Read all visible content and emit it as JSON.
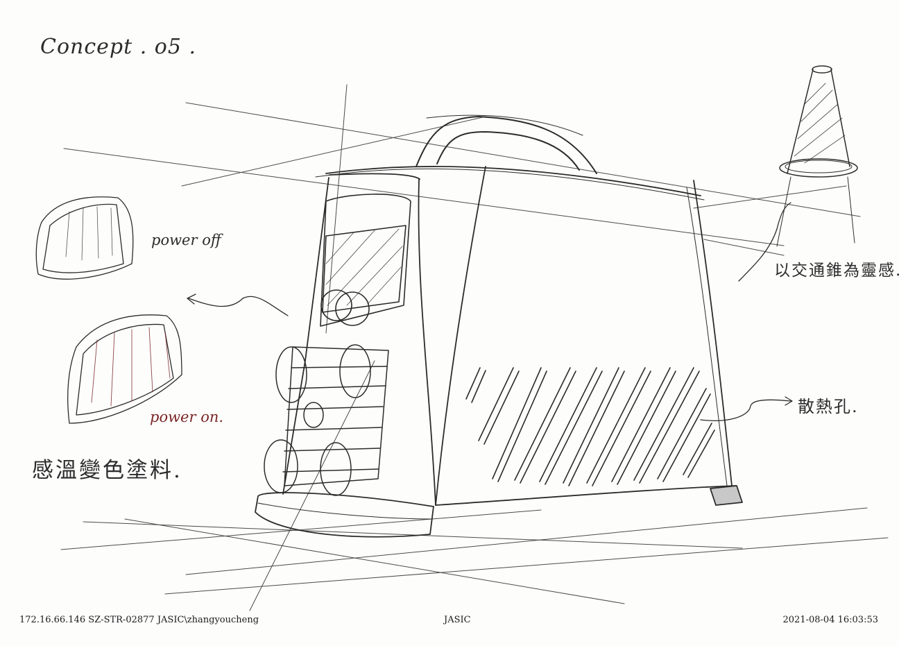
{
  "sketch": {
    "title": "Concept . o5 .",
    "annotations": {
      "power_off": "power off",
      "power_on": "power on.",
      "thermochromic_paint": "感溫變色塗料.",
      "cone_inspiration": "以交通錐為靈感.",
      "vent_holes": "散熱孔."
    }
  },
  "footer": {
    "left": "172.16.66.146   SZ-STR-02877   JASIC\\zhangyoucheng",
    "center": "JASIC",
    "right": "2021-08-04   16:03:53"
  },
  "colors": {
    "paper": "#fdfdfc",
    "pencil": "#2b2b2b",
    "red_pencil": "#7a2626"
  }
}
